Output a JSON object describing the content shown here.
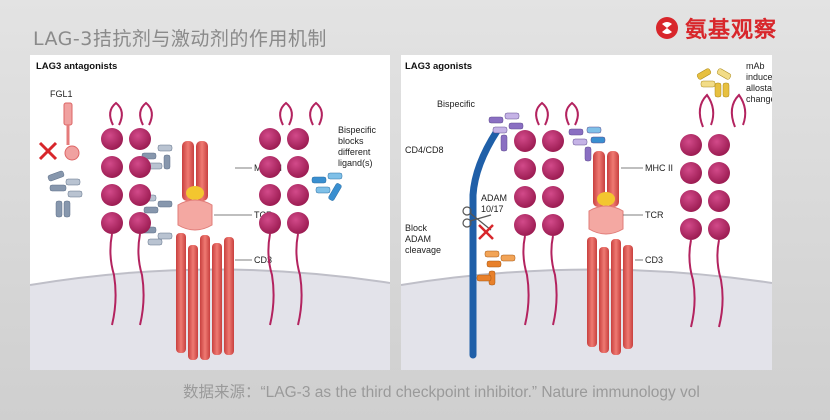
{
  "header": {
    "title": "LAG-3拮抗剂与激动剂的作用机制",
    "logo_text": "氨基观察"
  },
  "left_panel": {
    "heading": "LAG3 antagonists",
    "labels": {
      "fgl1": "FGL1",
      "mhc": "MHC II",
      "tcr": "TCR",
      "cd3": "CD3",
      "bispecific_note": [
        "Bispecific",
        "blocks",
        "different",
        "ligand(s)"
      ]
    }
  },
  "right_panel": {
    "heading": "LAG3 agonists",
    "labels": {
      "bispecific": "Bispecific",
      "cd4": "CD4/CD8",
      "adam": [
        "ADAM",
        "10/17"
      ],
      "block": [
        "Block",
        "ADAM",
        "cleavage"
      ],
      "mhc": "MHC II",
      "tcr": "TCR",
      "cd3": "CD3",
      "mab_note": [
        "mAb",
        "induces",
        "allostatic",
        "changes"
      ]
    }
  },
  "footer": {
    "source": "数据来源：“LAG-3 as the third checkpoint inhibitor.” Nature immunology vol"
  },
  "colors": {
    "lag3": "#b3235f",
    "lag3_light": "#c9307a",
    "receptor": "#e0575a",
    "receptor_light": "#f2a19d",
    "membrane": "#d9d9e0",
    "antibody_gray": "#7a8aa0",
    "antibody_blue": "#3a8fd0",
    "antibody_purple": "#8a6fc2",
    "antibody_orange": "#e8802a",
    "antibody_yellow": "#e7c040",
    "cd4": "#1f5fa8",
    "logo_red": "#d8262b",
    "block_x": "#d8262b"
  }
}
